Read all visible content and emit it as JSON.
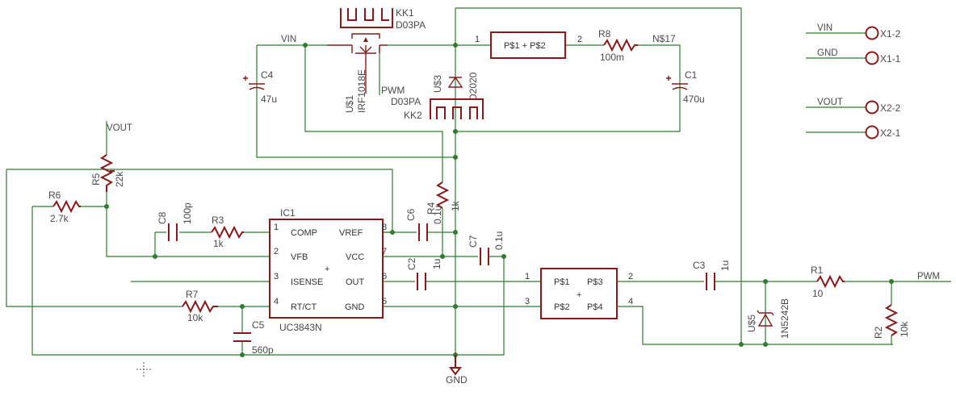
{
  "nets": {
    "vin": "VIN",
    "gnd": "GND",
    "vout": "VOUT",
    "pwm": "PWM",
    "nets17": "N$17"
  },
  "parts": {
    "kk1": {
      "name": "KK1",
      "value": "D03PA"
    },
    "u1": {
      "name": "U$1",
      "value": "IRF1018E"
    },
    "u3": {
      "name": "U$3",
      "value": "D2020"
    },
    "kk2": {
      "name": "KK2",
      "value": "D03PA"
    },
    "c4": {
      "name": "C4",
      "value": "47u"
    },
    "c1": {
      "name": "C1",
      "value": "470u"
    },
    "r8": {
      "name": "R8",
      "value": "100m"
    },
    "r5": {
      "name": "R5",
      "value": "22k"
    },
    "r6": {
      "name": "R6",
      "value": "2.7k"
    },
    "r3": {
      "name": "R3",
      "value": "1k"
    },
    "r4": {
      "name": "R4",
      "value": "1k"
    },
    "r7": {
      "name": "R7",
      "value": "10k"
    },
    "c8": {
      "name": "C8",
      "value": "100p"
    },
    "c6": {
      "name": "C6",
      "value": "0.1u"
    },
    "c7": {
      "name": "C7",
      "value": "0.1u"
    },
    "c2": {
      "name": "C2",
      "value": "1u"
    },
    "c5": {
      "name": "C5",
      "value": "560p"
    },
    "c3": {
      "name": "C3",
      "value": "1u"
    },
    "r1": {
      "name": "R1",
      "value": "10"
    },
    "r2": {
      "name": "R2",
      "value": "10k"
    },
    "u5": {
      "name": "U$5",
      "value": "1N5242B"
    },
    "ic1": {
      "name": "IC1",
      "value": "UC3843N",
      "pins_left": [
        "COMP",
        "VFB",
        "ISENSE",
        "RT/CT"
      ],
      "pins_right": [
        "VREF",
        "VCC",
        "OUT",
        "GND"
      ],
      "nums_left": [
        "1",
        "2",
        "3",
        "4"
      ],
      "nums_right": [
        "8",
        "7",
        "6",
        "5"
      ]
    },
    "shunt": {
      "label": "P$1 + P$2",
      "num1": "1",
      "num2": "2"
    },
    "xfmr": {
      "p1": "P$1",
      "p2": "P$2",
      "p3": "P$3",
      "p4": "P$4",
      "n1": "1",
      "n2": "2",
      "n3": "3",
      "n4": "4",
      "plus": "+"
    },
    "ic_plus": "+"
  },
  "connectors": {
    "x1_2": "X1-2",
    "x1_1": "X1-1",
    "x2_2": "X2-2",
    "x2_1": "X2-1"
  },
  "colors": {
    "wire": "#2e7d2e",
    "part": "#8a1a1a",
    "background": "#ffffff"
  }
}
